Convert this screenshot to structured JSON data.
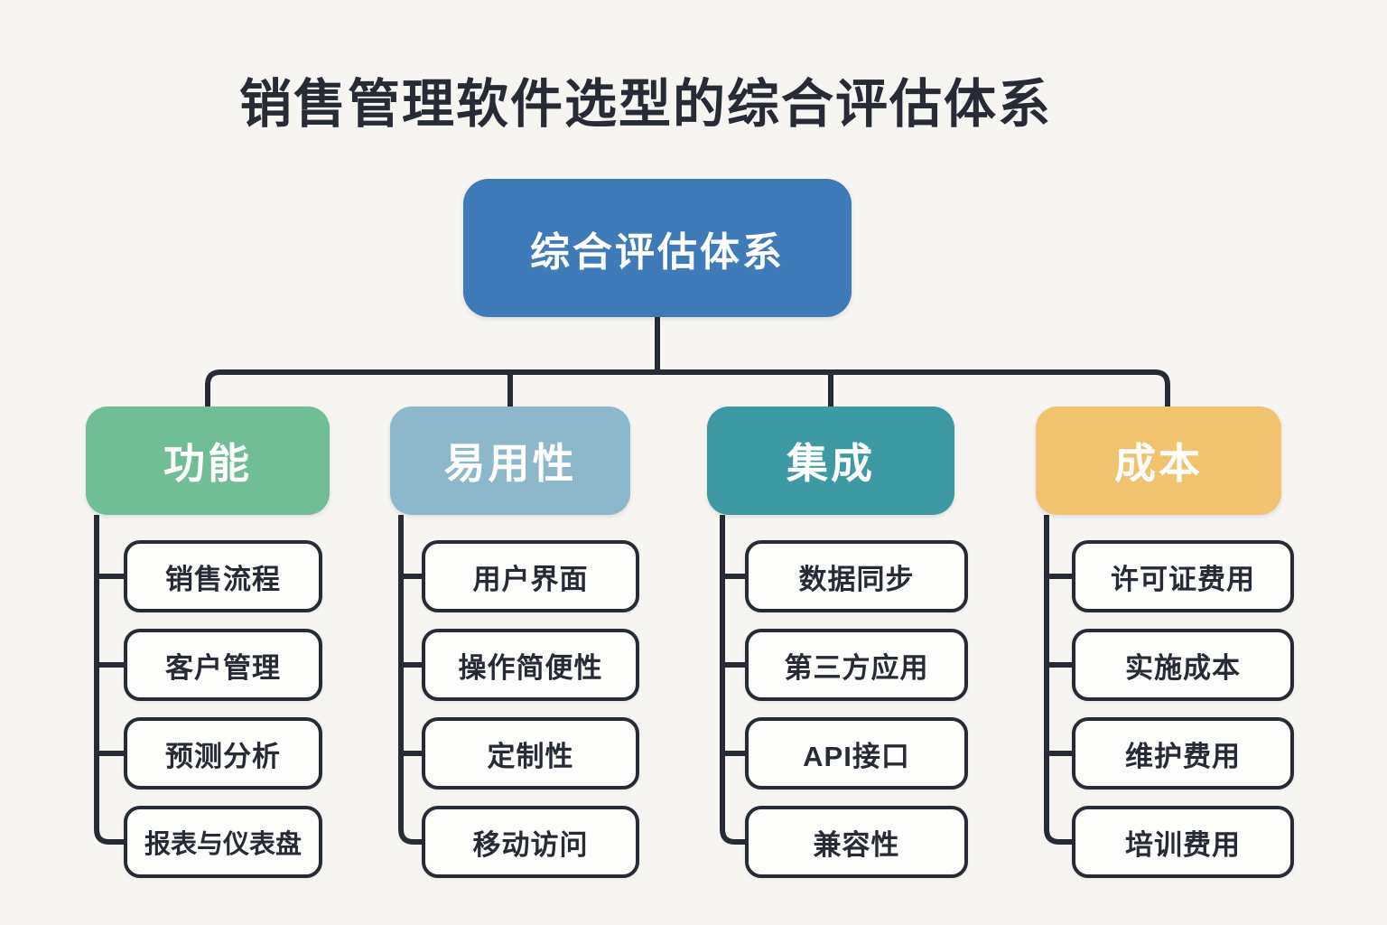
{
  "title": "销售管理软件选型的综合评估体系",
  "root": {
    "label": "综合评估体系",
    "color": "#3e7bb8"
  },
  "branches": [
    {
      "label": "功能",
      "color": "#71bd95",
      "children": [
        "销售流程",
        "客户管理",
        "预测分析",
        "报表与仪表盘"
      ]
    },
    {
      "label": "易用性",
      "color": "#8db8cc",
      "children": [
        "用户界面",
        "操作简便性",
        "定制性",
        "移动访问"
      ]
    },
    {
      "label": "集成",
      "color": "#3d99a3",
      "children": [
        "数据同步",
        "第三方应用",
        "API接口",
        "兼容性"
      ]
    },
    {
      "label": "成本",
      "color": "#f1c36f",
      "children": [
        "许可证费用",
        "实施成本",
        "维护费用",
        "培训费用"
      ]
    }
  ],
  "colors": {
    "background": "#f6f5f2",
    "connector_line": "#262b35",
    "node_text": "#ffffff",
    "leaf_border": "#262b35",
    "leaf_background": "#fdfdfc",
    "title_text": "#262b35"
  }
}
